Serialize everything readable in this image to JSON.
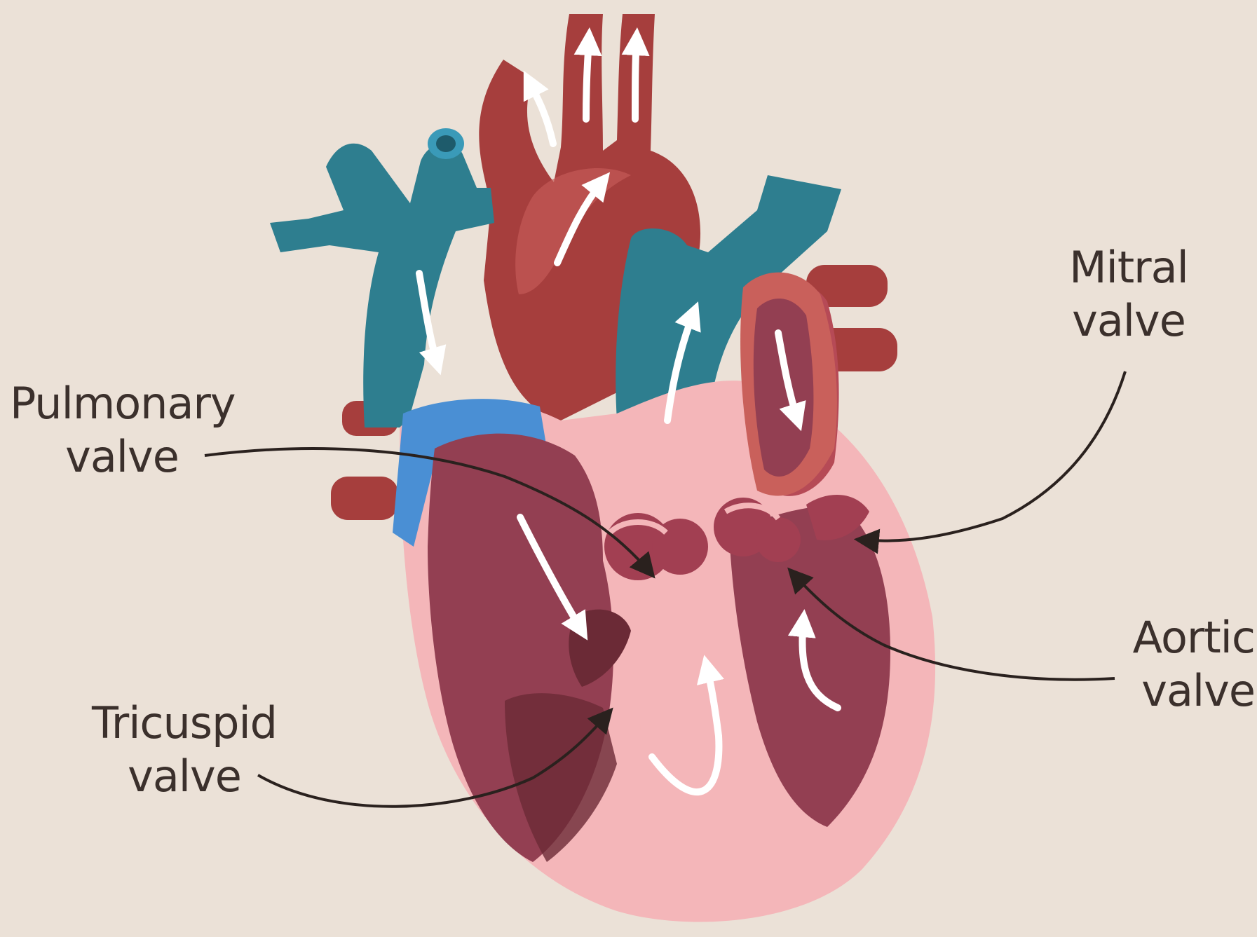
{
  "colors": {
    "background": "#ebe1d7",
    "artery_red": "#a63e3d",
    "artery_light": "#c9605b",
    "vein_teal": "#2e7e8f",
    "vein_blue_band": "#4a8fd4",
    "chamber": "#933f52",
    "chamber_dark": "#6b2a36",
    "myocardium_pink": "#f4b6b9",
    "flow_arrow": "#ffffff",
    "label_text": "#3b302c"
  },
  "labels": {
    "pulmonary": {
      "line1": "Pulmonary",
      "line2": "valve"
    },
    "tricuspid": {
      "line1": "Tricuspid",
      "line2": "valve"
    },
    "mitral": {
      "line1": "Mitral",
      "line2": "valve"
    },
    "aortic": {
      "line1": "Aortic",
      "line2": "valve"
    }
  }
}
